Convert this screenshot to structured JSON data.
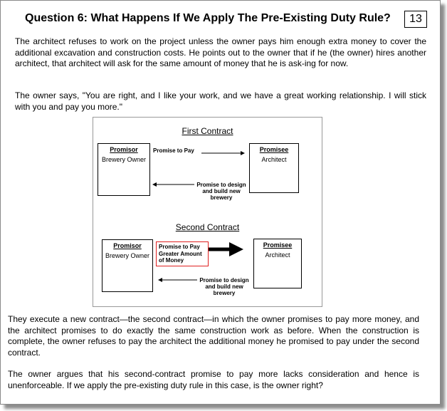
{
  "slide": {
    "title": "Question 6:  What Happens If We Apply The Pre-Existing Duty Rule?",
    "page_number": "13",
    "paragraph1": "The architect refuses to work on the project unless the owner pays him enough extra money to cover the additional excavation and construction costs.  He points out to the owner that if he (the owner) hires another architect, that architect will ask for the same amount of money that he is ask-ing for now.",
    "paragraph2": "The owner says, \"You are right, and I like your work, and we have a great working relationship.  I will stick with you and pay you more.\"",
    "paragraph3": "They execute a new contract—the second contract—in which the owner promises to pay more money, and the architect promises to do exactly the same construction work as before. When the construction is complete, the owner refuses to pay the architect the additional money he promised to pay under the second contract.",
    "paragraph4": "The owner argues that his second-contract promise to pay more lacks consideration and hence is unenforceable. If we apply the pre-existing duty rule in this case, is the owner right?"
  },
  "diagram": {
    "first_contract": {
      "heading": "First Contract",
      "promisor_role": "Promisor",
      "promisor_party": "Brewery Owner",
      "promisee_role": "Promisee",
      "promisee_party": "Architect",
      "forward_label": "Promise to Pay",
      "return_label_1": "Promise to design",
      "return_label_2": "and build new",
      "return_label_3": "brewery"
    },
    "second_contract": {
      "heading": "Second Contract",
      "promisor_role": "Promisor",
      "promisor_party": "Brewery Owner",
      "promisee_role": "Promisee",
      "promisee_party": "Architect",
      "forward_label_1": "Promise to Pay",
      "forward_label_2": "Greater Amount",
      "forward_label_3": "of Money",
      "return_label_1": "Promise to design",
      "return_label_2": "and build new",
      "return_label_3": "brewery"
    }
  },
  "colors": {
    "highlight_border": "#e02020",
    "frame_border": "#8a8a8a"
  }
}
